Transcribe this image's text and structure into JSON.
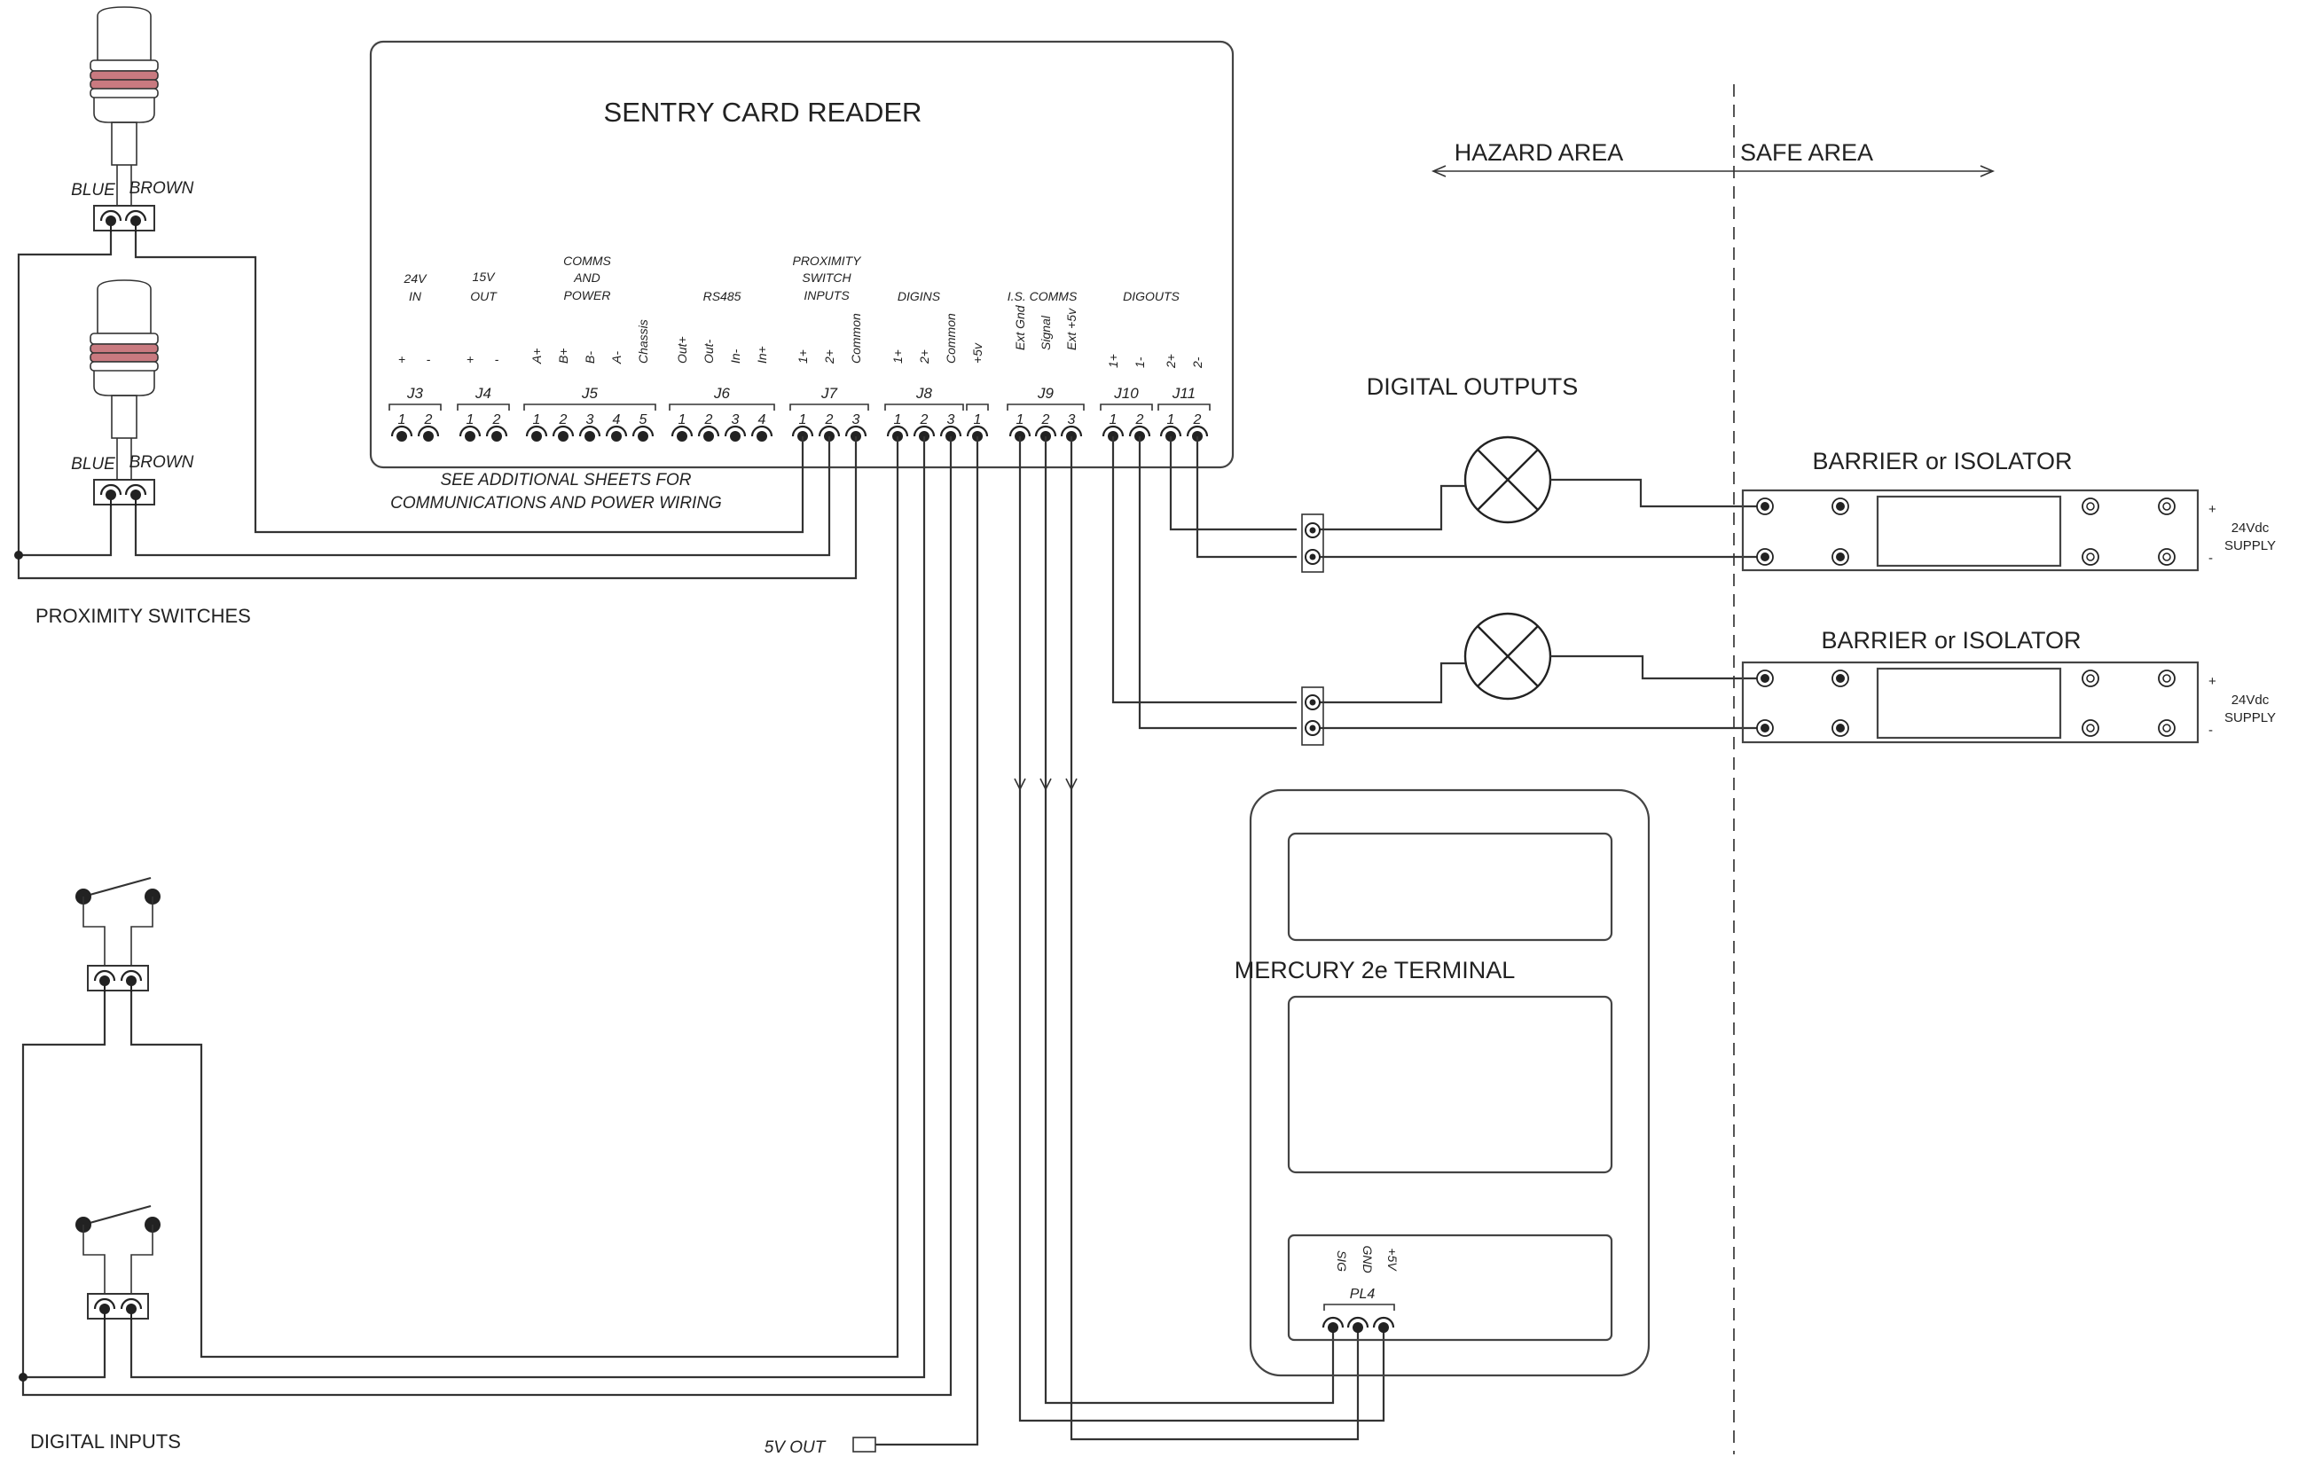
{
  "title": "SENTRY CARD READER",
  "zones": {
    "hazard": "HAZARD AREA",
    "safe": "SAFE AREA"
  },
  "note": [
    "SEE ADDITIONAL SHEETS FOR",
    "COMMUNICATIONS AND POWER WIRING"
  ],
  "connectors": [
    {
      "id": "J3",
      "group": [
        "24V",
        "IN"
      ],
      "signals": [
        "+",
        "-"
      ],
      "pins": [
        "1",
        "2"
      ]
    },
    {
      "id": "J4",
      "group": [
        "15V",
        "OUT"
      ],
      "signals": [
        "+",
        "-"
      ],
      "pins": [
        "1",
        "2"
      ]
    },
    {
      "id": "J5",
      "group": [
        "COMMS",
        "AND",
        "POWER"
      ],
      "signals": [
        "A+",
        "B+",
        "B-",
        "A-",
        "Chassis"
      ],
      "pins": [
        "1",
        "2",
        "3",
        "4",
        "5"
      ]
    },
    {
      "id": "J6",
      "group": [
        "RS485"
      ],
      "signals": [
        "Out+",
        "Out-",
        "In-",
        "In+"
      ],
      "pins": [
        "1",
        "2",
        "3",
        "4"
      ]
    },
    {
      "id": "J7",
      "group": [
        "PROXIMITY",
        "SWITCH",
        "INPUTS"
      ],
      "signals": [
        "1+",
        "2+",
        "Common"
      ],
      "pins": [
        "1",
        "2",
        "3"
      ]
    },
    {
      "id": "J8",
      "group": [
        "DIGINS"
      ],
      "signals": [
        "1+",
        "2+",
        "Common",
        "+5v"
      ],
      "pins": [
        "1",
        "2",
        "3",
        "1"
      ]
    },
    {
      "id": "J9",
      "group": [
        "I.S. COMMS"
      ],
      "signals": [
        "Ext Gnd",
        "Signal",
        "Ext +5v"
      ],
      "pins": [
        "1",
        "2",
        "3"
      ]
    },
    {
      "id": "J10",
      "group": [
        "DIGOUTS"
      ],
      "signals": [
        "1+",
        "1-"
      ],
      "pins": [
        "1",
        "2"
      ]
    },
    {
      "id": "J11",
      "group": [],
      "signals": [
        "2+",
        "2-"
      ],
      "pins": [
        "1",
        "2"
      ]
    }
  ],
  "proximity": {
    "label": "PROXIMITY SWITCHES",
    "blue": "BLUE",
    "brown": "BROWN"
  },
  "digital_inputs": {
    "label": "DIGITAL INPUTS",
    "out5v": "5V OUT"
  },
  "digital_outputs": {
    "label": "DIGITAL OUTPUTS"
  },
  "barriers": [
    {
      "title": "BARRIER or ISOLATOR",
      "plus": "+",
      "minus": "-",
      "supply1": "24Vdc",
      "supply2": "SUPPLY"
    },
    {
      "title": "BARRIER or ISOLATOR",
      "plus": "+",
      "minus": "-",
      "supply1": "24Vdc",
      "supply2": "SUPPLY"
    }
  ],
  "terminal": {
    "title": "MERCURY 2e TERMINAL",
    "connector": "PL4",
    "signals": [
      "SIG",
      "GND",
      "+5V"
    ]
  }
}
